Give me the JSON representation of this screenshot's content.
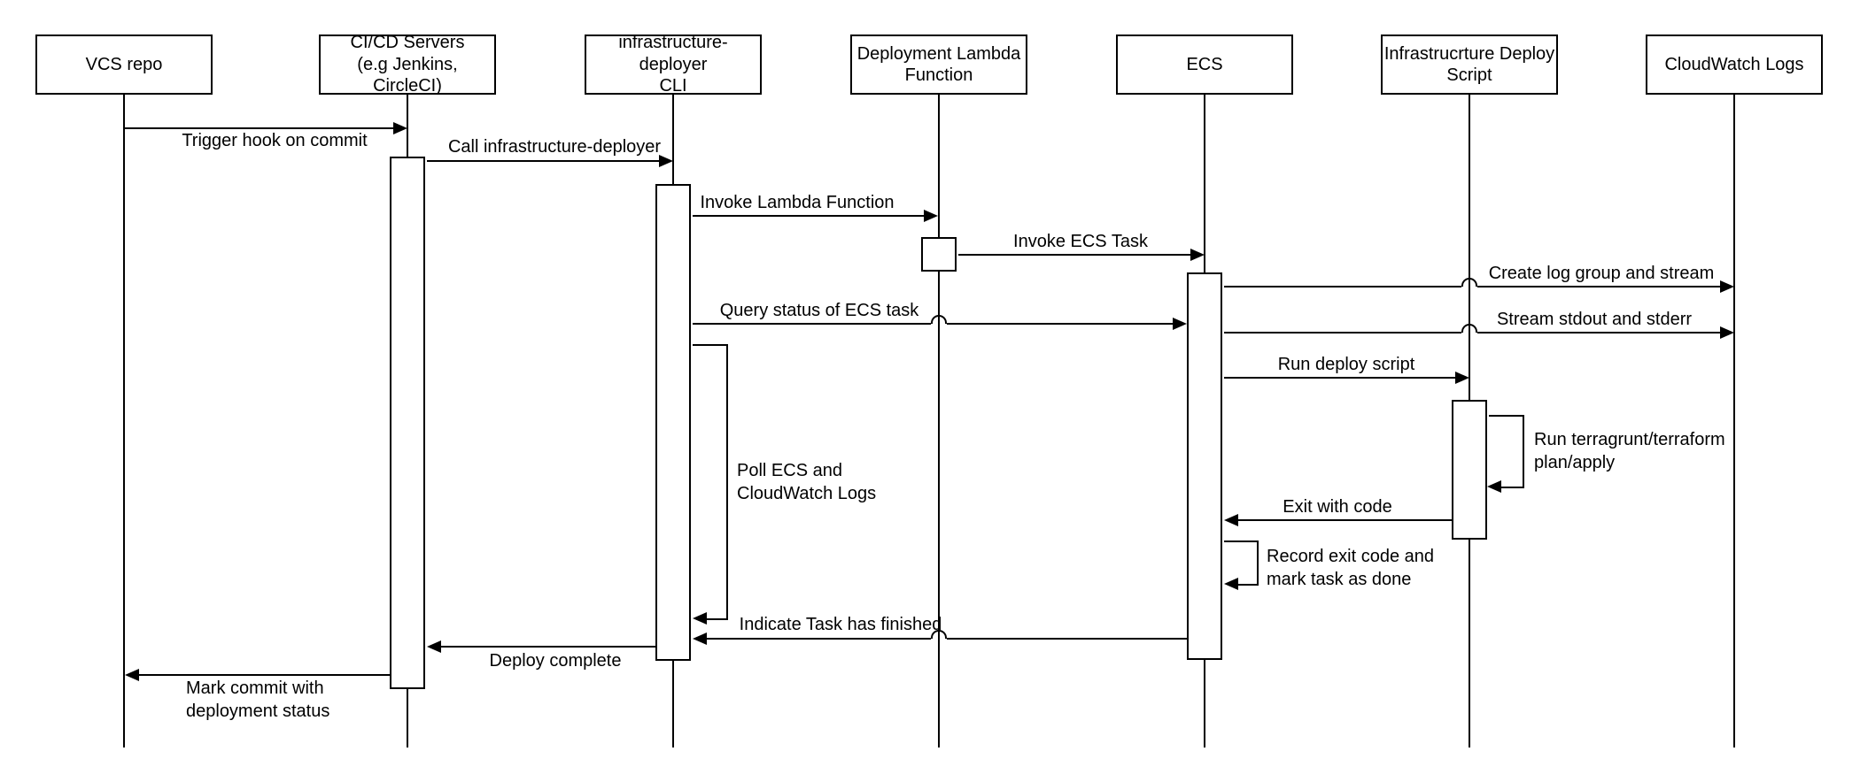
{
  "diagram": {
    "type": "uml-sequence-diagram",
    "colors": {
      "stroke": "#000000",
      "shape_fill": "#ffffff",
      "background": "#ffffff"
    },
    "actors": [
      {
        "label": "VCS repo"
      },
      {
        "label": "CI/CD Servers\n(e.g Jenkins, CircleCI)"
      },
      {
        "label": "infrastructure-deployer\nCLI"
      },
      {
        "label": "Deployment Lambda\nFunction"
      },
      {
        "label": "ECS"
      },
      {
        "label": "Infrastrucrture Deploy\nScript"
      },
      {
        "label": "CloudWatch Logs"
      }
    ],
    "messages": [
      {
        "label": "Trigger hook on commit",
        "from": "VCS repo",
        "to": "CI/CD Servers (e.g Jenkins, CircleCI)",
        "kind": "arrow",
        "label_position": "below"
      },
      {
        "label": "Call infrastructure-deployer",
        "from": "CI/CD Servers (e.g Jenkins, CircleCI)",
        "to": "infrastructure-deployer CLI",
        "kind": "arrow",
        "label_position": "above"
      },
      {
        "label": "Invoke Lambda Function",
        "from": "infrastructure-deployer CLI",
        "to": "Deployment Lambda Function",
        "kind": "arrow",
        "label_position": "above"
      },
      {
        "label": "Invoke ECS Task",
        "from": "Deployment Lambda Function",
        "to": "ECS",
        "kind": "arrow",
        "label_position": "above"
      },
      {
        "label": "Create log group and stream",
        "from": "ECS",
        "to": "CloudWatch Logs",
        "kind": "arrow",
        "label_position": "above"
      },
      {
        "label": "Query status of ECS task",
        "from": "infrastructure-deployer CLI",
        "to": "ECS",
        "kind": "arrow",
        "label_position": "above"
      },
      {
        "label": "Stream stdout and stderr",
        "from": "ECS",
        "to": "CloudWatch Logs",
        "kind": "arrow",
        "label_position": "above"
      },
      {
        "label": "Run deploy script",
        "from": "ECS",
        "to": "Infrastrucrture Deploy Script",
        "kind": "arrow",
        "label_position": "above"
      },
      {
        "label": "Run terragrunt/terraform\nplan/apply",
        "from": "Infrastrucrture Deploy Script",
        "to": "Infrastrucrture Deploy Script",
        "kind": "self-message",
        "label_position": "right"
      },
      {
        "label": "Exit with code",
        "from": "Infrastrucrture Deploy Script",
        "to": "ECS",
        "kind": "arrow",
        "label_position": "above"
      },
      {
        "label": "Record exit code and\nmark task as done",
        "from": "ECS",
        "to": "ECS",
        "kind": "self-message",
        "label_position": "right"
      },
      {
        "label": "Poll ECS and\nCloudWatch Logs",
        "from": "infrastructure-deployer CLI",
        "to": "infrastructure-deployer CLI",
        "kind": "self-loop",
        "label_position": "right"
      },
      {
        "label": "Indicate Task has finished",
        "from": "ECS",
        "to": "infrastructure-deployer CLI",
        "kind": "arrow",
        "label_position": "above"
      },
      {
        "label": "Deploy complete",
        "from": "infrastructure-deployer CLI",
        "to": "CI/CD Servers (e.g Jenkins, CircleCI)",
        "kind": "arrow",
        "label_position": "below"
      },
      {
        "label": "Mark commit with\ndeployment status",
        "from": "CI/CD Servers (e.g Jenkins, CircleCI)",
        "to": "VCS repo",
        "kind": "arrow",
        "label_position": "below"
      }
    ]
  }
}
